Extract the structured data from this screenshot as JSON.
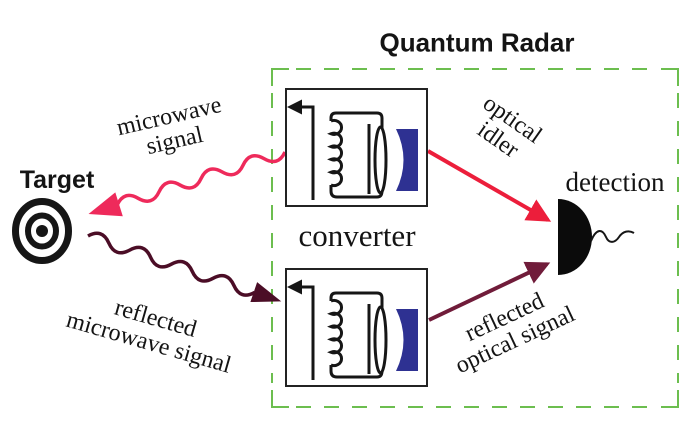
{
  "title": "Quantum Radar",
  "nodes": {
    "target": {
      "label": "Target",
      "icon": "bullseye-icon"
    },
    "converter": {
      "label": "converter",
      "icon": "converter-circuit-icon",
      "count": 2
    },
    "detection": {
      "label": "detection",
      "icon": "photodetector-icon"
    }
  },
  "signals": {
    "microwave": {
      "label": "microwave\nsignal",
      "style": "wavy-arrow",
      "from": "converter-top",
      "to": "target"
    },
    "reflected_microwave": {
      "label": "reflected\nmicrowave signal",
      "style": "wavy-arrow",
      "from": "target",
      "to": "converter-bottom"
    },
    "optical_idler": {
      "label": "optical\nidler",
      "style": "straight-arrow",
      "from": "converter-top",
      "to": "detection"
    },
    "reflected_optical": {
      "label": "reflected\noptical signal",
      "style": "straight-arrow",
      "from": "converter-bottom",
      "to": "detection"
    }
  },
  "colors": {
    "microwave_signal": "#ee2a5b",
    "reflected_microwave_signal": "#4b0d26",
    "optical_idler": "#ec1e3b",
    "reflected_optical_signal": "#701c3a",
    "mirror_blue": "#2e3192",
    "enclosure_green": "#6cbe4f",
    "ink": "#141414"
  }
}
